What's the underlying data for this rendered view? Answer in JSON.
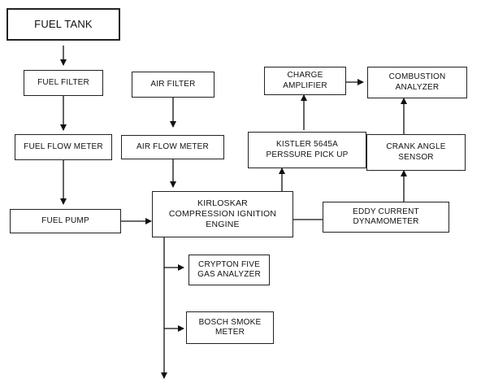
{
  "nodes": {
    "fuel_tank": "FUEL TANK",
    "fuel_filter": "FUEL FILTER",
    "fuel_flow_meter": "FUEL FLOW METER",
    "fuel_pump": "FUEL PUMP",
    "air_filter": "AIR FILTER",
    "air_flow_meter": "AIR FLOW METER",
    "engine": "KIRLOSKAR COMPRESSION IGNITION ENGINE",
    "gas_analyzer": "CRYPTON FIVE GAS ANALYZER",
    "smoke_meter": "BOSCH SMOKE METER",
    "pressure_pickup": "KISTLER 5645A PERSSURE PICK UP",
    "charge_amplifier": "CHARGE AMPLIFIER",
    "combustion_analyzer": "COMBUSTION ANALYZER",
    "crank_angle_sensor": "CRANK ANGLE SENSOR",
    "dynamometer": "EDDY CURRENT DYNAMOMETER"
  },
  "edges": [
    {
      "from": "fuel_tank",
      "to": "fuel_filter"
    },
    {
      "from": "fuel_filter",
      "to": "fuel_flow_meter"
    },
    {
      "from": "fuel_flow_meter",
      "to": "fuel_pump"
    },
    {
      "from": "fuel_pump",
      "to": "engine"
    },
    {
      "from": "air_filter",
      "to": "air_flow_meter"
    },
    {
      "from": "air_flow_meter",
      "to": "engine"
    },
    {
      "from": "engine",
      "to": "gas_analyzer"
    },
    {
      "from": "engine",
      "to": "smoke_meter"
    },
    {
      "from": "engine",
      "to": "pressure_pickup"
    },
    {
      "from": "pressure_pickup",
      "to": "charge_amplifier"
    },
    {
      "from": "charge_amplifier",
      "to": "combustion_analyzer"
    },
    {
      "from": "engine",
      "to": "dynamometer"
    },
    {
      "from": "dynamometer",
      "to": "crank_angle_sensor"
    },
    {
      "from": "crank_angle_sensor",
      "to": "combustion_analyzer"
    }
  ]
}
